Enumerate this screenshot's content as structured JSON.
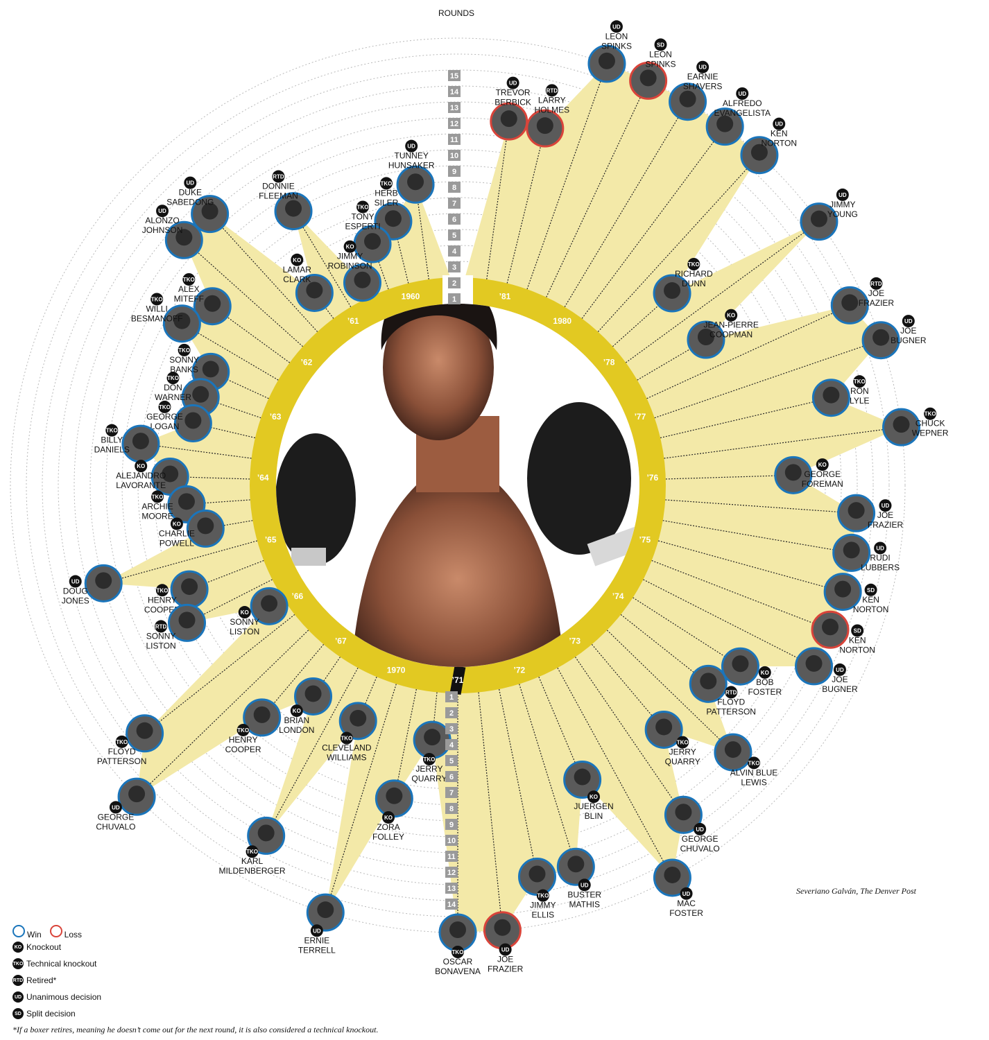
{
  "chart_data": {
    "type": "radial",
    "rounds_label": "ROUNDS",
    "credit": "Severiano Galván, The Denver Post",
    "footnote": "*If a boxer retires, meaning he doesn’t come out for the next round, it is also considered a technical knockout.",
    "legend": {
      "win": "Win",
      "loss": "Loss",
      "results": [
        {
          "code": "KO",
          "label": "Knockout"
        },
        {
          "code": "TKO",
          "label": "Technical knockout"
        },
        {
          "code": "RTD",
          "label": "Retired*"
        },
        {
          "code": "UD",
          "label": "Unanimous decision"
        },
        {
          "code": "SD",
          "label": "Split decision"
        }
      ]
    },
    "colors": {
      "win": "#1a75bb",
      "loss": "#d9443a",
      "ring": "#e2c922",
      "fill": "#f3e9a8"
    },
    "round_scale": [
      1,
      2,
      3,
      4,
      5,
      6,
      7,
      8,
      9,
      10,
      11,
      12,
      13,
      14,
      15
    ],
    "round_scale_bottom": [
      1,
      2,
      3,
      4,
      5,
      6,
      7,
      8,
      9,
      10,
      11,
      12,
      13,
      14
    ],
    "year_labels": [
      "1960",
      "’61",
      "’62",
      "’63",
      "’64",
      "’65",
      "’66",
      "’67",
      "1970",
      "’71",
      "’72",
      "’73",
      "’74",
      "’75",
      "’76",
      "’77",
      "’78",
      "1980",
      "’81"
    ],
    "fights": [
      {
        "name": "TUNNEY HUNSAKER",
        "result": "UD",
        "outcome": "win",
        "rounds": 6
      },
      {
        "name": "HERB SILER",
        "result": "TKO",
        "outcome": "win",
        "rounds": 4
      },
      {
        "name": "TONY ESPERTI",
        "result": "TKO",
        "outcome": "win",
        "rounds": 3
      },
      {
        "name": "JIMMY ROBINSON",
        "result": "KO",
        "outcome": "win",
        "rounds": 1
      },
      {
        "name": "DONNIE FLEEMAN",
        "result": "RTD",
        "outcome": "win",
        "rounds": 7
      },
      {
        "name": "LAMAR CLARK",
        "result": "KO",
        "outcome": "win",
        "rounds": 2
      },
      {
        "name": "DUKE SABEDONG",
        "result": "UD",
        "outcome": "win",
        "rounds": 10
      },
      {
        "name": "ALONZO JOHNSON",
        "result": "UD",
        "outcome": "win",
        "rounds": 10
      },
      {
        "name": "ALEX MITEFF",
        "result": "TKO",
        "outcome": "win",
        "rounds": 6
      },
      {
        "name": "WILLI BESMANOFF",
        "result": "TKO",
        "outcome": "win",
        "rounds": 7
      },
      {
        "name": "SONNY BANKS",
        "result": "TKO",
        "outcome": "win",
        "rounds": 4
      },
      {
        "name": "DON WARNER",
        "result": "TKO",
        "outcome": "win",
        "rounds": 4
      },
      {
        "name": "GEORGE LOGAN",
        "result": "TKO",
        "outcome": "win",
        "rounds": 4
      },
      {
        "name": "BILLY DANIELS",
        "result": "TKO",
        "outcome": "win",
        "rounds": 7
      },
      {
        "name": "ALEJANDRO LAVORANTE",
        "result": "KO",
        "outcome": "win",
        "rounds": 5
      },
      {
        "name": "ARCHIE MOORE",
        "result": "TKO",
        "outcome": "win",
        "rounds": 4
      },
      {
        "name": "CHARLIE POWELL",
        "result": "KO",
        "outcome": "win",
        "rounds": 3
      },
      {
        "name": "DOUG JONES",
        "result": "UD",
        "outcome": "win",
        "rounds": 10
      },
      {
        "name": "HENRY COOPER",
        "result": "TKO",
        "outcome": "win",
        "rounds": 5
      },
      {
        "name": "SONNY LISTON",
        "result": "RTD",
        "outcome": "win",
        "rounds": 6
      },
      {
        "name": "SONNY LISTON",
        "result": "KO",
        "outcome": "win",
        "rounds": 1
      },
      {
        "name": "FLOYD PATTERSON",
        "result": "TKO",
        "outcome": "win",
        "rounds": 12
      },
      {
        "name": "GEORGE CHUVALO",
        "result": "UD",
        "outcome": "win",
        "rounds": 15
      },
      {
        "name": "HENRY COOPER",
        "result": "TKO",
        "outcome": "win",
        "rounds": 6
      },
      {
        "name": "BRIAN LONDON",
        "result": "KO",
        "outcome": "win",
        "rounds": 3
      },
      {
        "name": "KARL MILDENBERGER",
        "result": "TKO",
        "outcome": "win",
        "rounds": 12
      },
      {
        "name": "CLEVELAND WILLIAMS",
        "result": "TKO",
        "outcome": "win",
        "rounds": 3
      },
      {
        "name": "ERNIE TERRELL",
        "result": "UD",
        "outcome": "win",
        "rounds": 15
      },
      {
        "name": "ZORA FOLLEY",
        "result": "KO",
        "outcome": "win",
        "rounds": 7
      },
      {
        "name": "JERRY QUARRY",
        "result": "TKO",
        "outcome": "win",
        "rounds": 3
      },
      {
        "name": "OSCAR BONAVENA",
        "result": "TKO",
        "outcome": "win",
        "rounds": 15
      },
      {
        "name": "JOE FRAZIER",
        "result": "UD",
        "outcome": "loss",
        "rounds": 15
      },
      {
        "name": "JIMMY ELLIS",
        "result": "TKO",
        "outcome": "win",
        "rounds": 12
      },
      {
        "name": "BUSTER MATHIS",
        "result": "UD",
        "outcome": "win",
        "rounds": 12
      },
      {
        "name": "JUERGEN BLIN",
        "result": "KO",
        "outcome": "win",
        "rounds": 7
      },
      {
        "name": "MAC FOSTER",
        "result": "UD",
        "outcome": "win",
        "rounds": 15
      },
      {
        "name": "GEORGE CHUVALO",
        "result": "UD",
        "outcome": "win",
        "rounds": 12
      },
      {
        "name": "JERRY QUARRY",
        "result": "TKO",
        "outcome": "win",
        "rounds": 7
      },
      {
        "name": "ALVIN BLUE LEWIS",
        "result": "TKO",
        "outcome": "win",
        "rounds": 11
      },
      {
        "name": "FLOYD PATTERSON",
        "result": "RTD",
        "outcome": "win",
        "rounds": 7
      },
      {
        "name": "BOB FOSTER",
        "result": "KO",
        "outcome": "win",
        "rounds": 8
      },
      {
        "name": "JOE BUGNER",
        "result": "UD",
        "outcome": "win",
        "rounds": 12
      },
      {
        "name": "KEN NORTON",
        "result": "SD",
        "outcome": "loss",
        "rounds": 12
      },
      {
        "name": "KEN NORTON",
        "result": "SD",
        "outcome": "win",
        "rounds": 12
      },
      {
        "name": "RUDI LUBBERS",
        "result": "UD",
        "outcome": "win",
        "rounds": 12
      },
      {
        "name": "JOE FRAZIER",
        "result": "UD",
        "outcome": "win",
        "rounds": 12
      },
      {
        "name": "GEORGE FOREMAN",
        "result": "KO",
        "outcome": "win",
        "rounds": 8
      },
      {
        "name": "CHUCK WEPNER",
        "result": "TKO",
        "outcome": "win",
        "rounds": 15
      },
      {
        "name": "RON LYLE",
        "result": "TKO",
        "outcome": "win",
        "rounds": 11
      },
      {
        "name": "JOE BUGNER",
        "result": "UD",
        "outcome": "win",
        "rounds": 15
      },
      {
        "name": "JOE FRAZIER",
        "result": "RTD",
        "outcome": "win",
        "rounds": 14
      },
      {
        "name": "JEAN-PIERRE COOPMAN",
        "result": "KO",
        "outcome": "win",
        "rounds": 5
      },
      {
        "name": "JIMMY YOUNG",
        "result": "UD",
        "outcome": "win",
        "rounds": 15
      },
      {
        "name": "RICHARD DUNN",
        "result": "TKO",
        "outcome": "win",
        "rounds": 5
      },
      {
        "name": "KEN NORTON",
        "result": "UD",
        "outcome": "win",
        "rounds": 15
      },
      {
        "name": "ALFREDO EVANGELISTA",
        "result": "UD",
        "outcome": "win",
        "rounds": 15
      },
      {
        "name": "EARNIE SHAVERS",
        "result": "UD",
        "outcome": "win",
        "rounds": 15
      },
      {
        "name": "LEON SPINKS",
        "result": "SD",
        "outcome": "loss",
        "rounds": 15
      },
      {
        "name": "LEON SPINKS",
        "result": "UD",
        "outcome": "win",
        "rounds": 15
      },
      {
        "name": "LARRY HOLMES",
        "result": "RTD",
        "outcome": "loss",
        "rounds": 10
      },
      {
        "name": "TREVOR BERBICK",
        "result": "UD",
        "outcome": "loss",
        "rounds": 10
      }
    ]
  }
}
